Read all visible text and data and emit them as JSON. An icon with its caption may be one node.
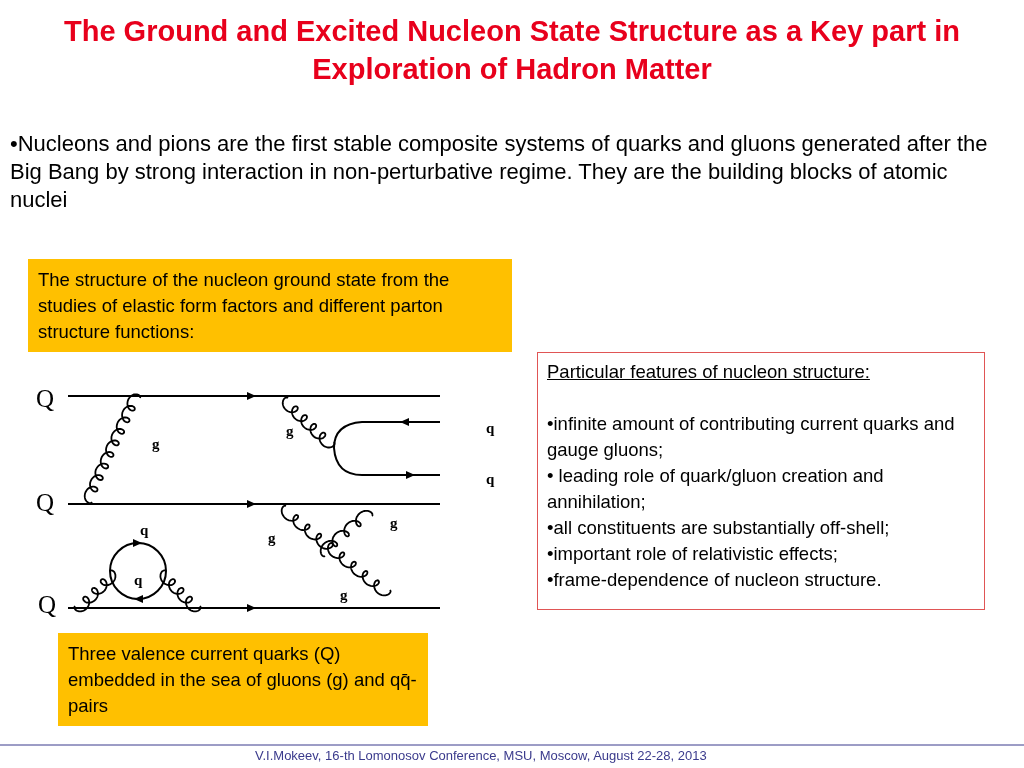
{
  "diagram": {
    "title": "The Ground and Excited Nucleon State Structure as a Key part in Exploration of Hadron Matter",
    "nodes": [
      {
        "text": [
          "The  structure of the nucleon  ground  state from the studies of  elastic form factors and different parton structure functions:"
        ]
      },
      {
        "text": [
          "Particular features of nucleon structure:",
          "•infinite amount of contributing current quarks and gauge gluons;",
          "• leading role of quark/gluon creation and annihilation;",
          "•all constituents are substantially off-shell;",
          "•important role of relativistic effects;",
          "•frame-dependence of nucleon structure."
        ]
      },
      {
        "text": [
          "Three valence current quarks (Q) embedded in the sea of gluons (g) and  qq̄-pairs"
        ]
      }
    ],
    "labels": [
      "•Nucleons and pions are the first stable composite systems of quarks and gluons generated after the Big Bang by strong interaction in non-perturbative regime. They are the  building blocks of atomic nuclei",
      "Q",
      "g",
      "q",
      "g",
      "q",
      "Q",
      "q",
      "g",
      "g",
      "q",
      "g",
      "Q",
      "V.I.Mokeev, 16-th Lomonosov Conference, MSU, Moscow, August 22-28, 2013"
    ]
  }
}
